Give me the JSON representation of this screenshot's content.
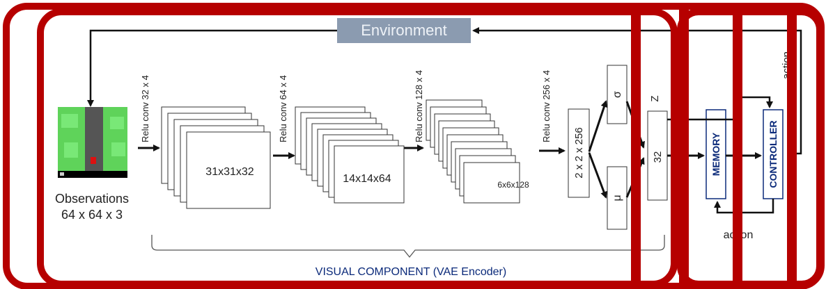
{
  "environment": {
    "label": "Environment"
  },
  "observations": {
    "line1": "Observations",
    "line2": "64 x 64 x 3"
  },
  "conv_layers": [
    {
      "label": "Relu conv 32 x 4"
    },
    {
      "label": "Relu conv 64 x 4"
    },
    {
      "label": "Relu conv 128 x 4"
    },
    {
      "label": "Relu conv 256 x 4"
    }
  ],
  "feature_maps": [
    {
      "label": "31x31x32"
    },
    {
      "label": "14x14x64"
    },
    {
      "label": "6x6x128"
    }
  ],
  "flat": {
    "label": "2 x 2 x 256"
  },
  "sigma": {
    "label": "σ"
  },
  "mu": {
    "label": "μ"
  },
  "z": {
    "label": "Z",
    "value": "32"
  },
  "memory": {
    "label": "MEMORY"
  },
  "controller": {
    "label": "CONTROLLER"
  },
  "action_top": {
    "label": "action"
  },
  "action_bottom": {
    "label": "action"
  },
  "visual_component": {
    "label": "VISUAL COMPONENT (VAE Encoder)"
  },
  "colors": {
    "frame_red": "#b60000",
    "environment_fill": "#8b9bb0",
    "navy_text": "#0b2a7a",
    "game_green": "#5fd35a",
    "game_road": "#555555"
  }
}
